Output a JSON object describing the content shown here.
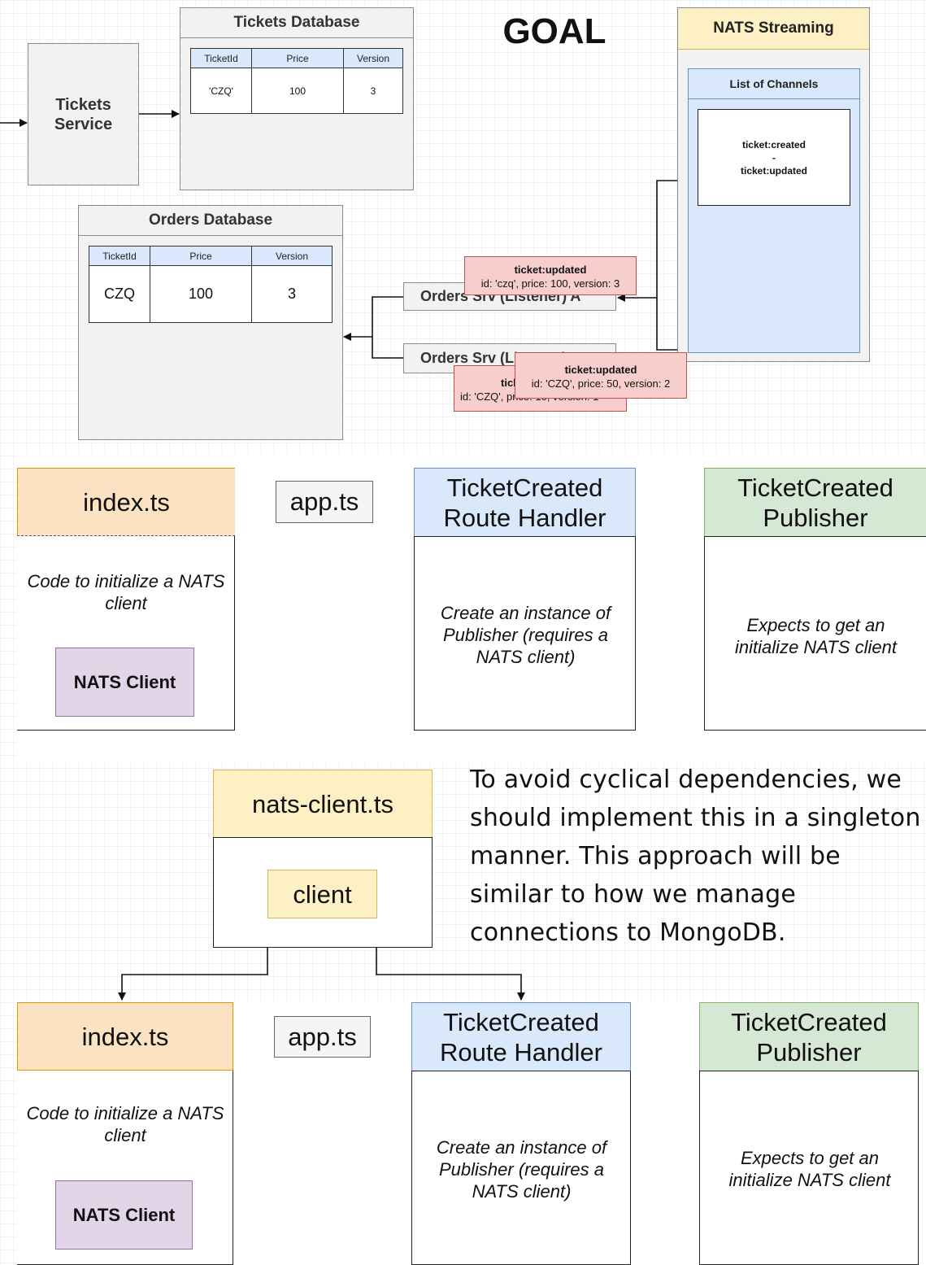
{
  "goal_title": "GOAL",
  "top": {
    "tickets_service": "Tickets Service",
    "tickets_db": {
      "title": "Tickets Database",
      "columns": [
        "TicketId",
        "Price",
        "Version"
      ],
      "row": [
        "'CZQ'",
        "100",
        "3"
      ]
    },
    "orders_db": {
      "title": "Orders Database",
      "columns": [
        "TicketId",
        "Price",
        "Version"
      ],
      "row": [
        "CZQ",
        "100",
        "3"
      ]
    },
    "nats": {
      "title": "NATS Streaming",
      "list_title": "List of Channels",
      "channel_1": "ticket:created",
      "separator": "-",
      "channel_2": "ticket:updated"
    },
    "listener_a": "Orders Srv (Listener) A",
    "listener_b": "Orders Srv (Listener) B",
    "event_a": {
      "title": "ticket:updated",
      "body": "id: 'czq', price: 100, version: 3"
    },
    "event_b_back": {
      "title": "ticket:updated",
      "body": "id: 'CZQ', price: 10, version: 1"
    },
    "event_b_front": {
      "title": "ticket:updated",
      "body": "id: 'CZQ', price: 50, version: 2"
    }
  },
  "middle": {
    "index_title": "index.ts",
    "index_desc": "Code to initialize a NATS client",
    "nats_client": "NATS Client",
    "app": "app.ts",
    "route_title": "TicketCreated Route Handler",
    "route_desc": "Create an instance of Publisher (requires a NATS client)",
    "publisher_title": "TicketCreated Publisher",
    "publisher_desc": "Expects to get an initialize NATS client"
  },
  "bottom": {
    "nats_client_file": "nats-client.ts",
    "client": "client",
    "note": "To avoid cyclical dependencies, we should implement this in a singleton manner. This approach will be similar to how we manage connections to MongoDB.",
    "index_title": "index.ts",
    "index_desc": "Code to initialize a NATS client",
    "nats_client": "NATS Client",
    "app": "app.ts",
    "route_title": "TicketCreated Route Handler",
    "route_desc": "Create an instance of Publisher (requires a NATS client)",
    "publisher_title": "TicketCreated Publisher",
    "publisher_desc": "Expects to get an initialize NATS client"
  },
  "colors": {
    "orange_header": "#fbe2c3",
    "blue_header": "#dae8fc",
    "green_header": "#d5e8d4",
    "yellow_header": "#fdf0c5",
    "purple_client": "#e1d5e7",
    "pink_event": "#f8cecc"
  }
}
